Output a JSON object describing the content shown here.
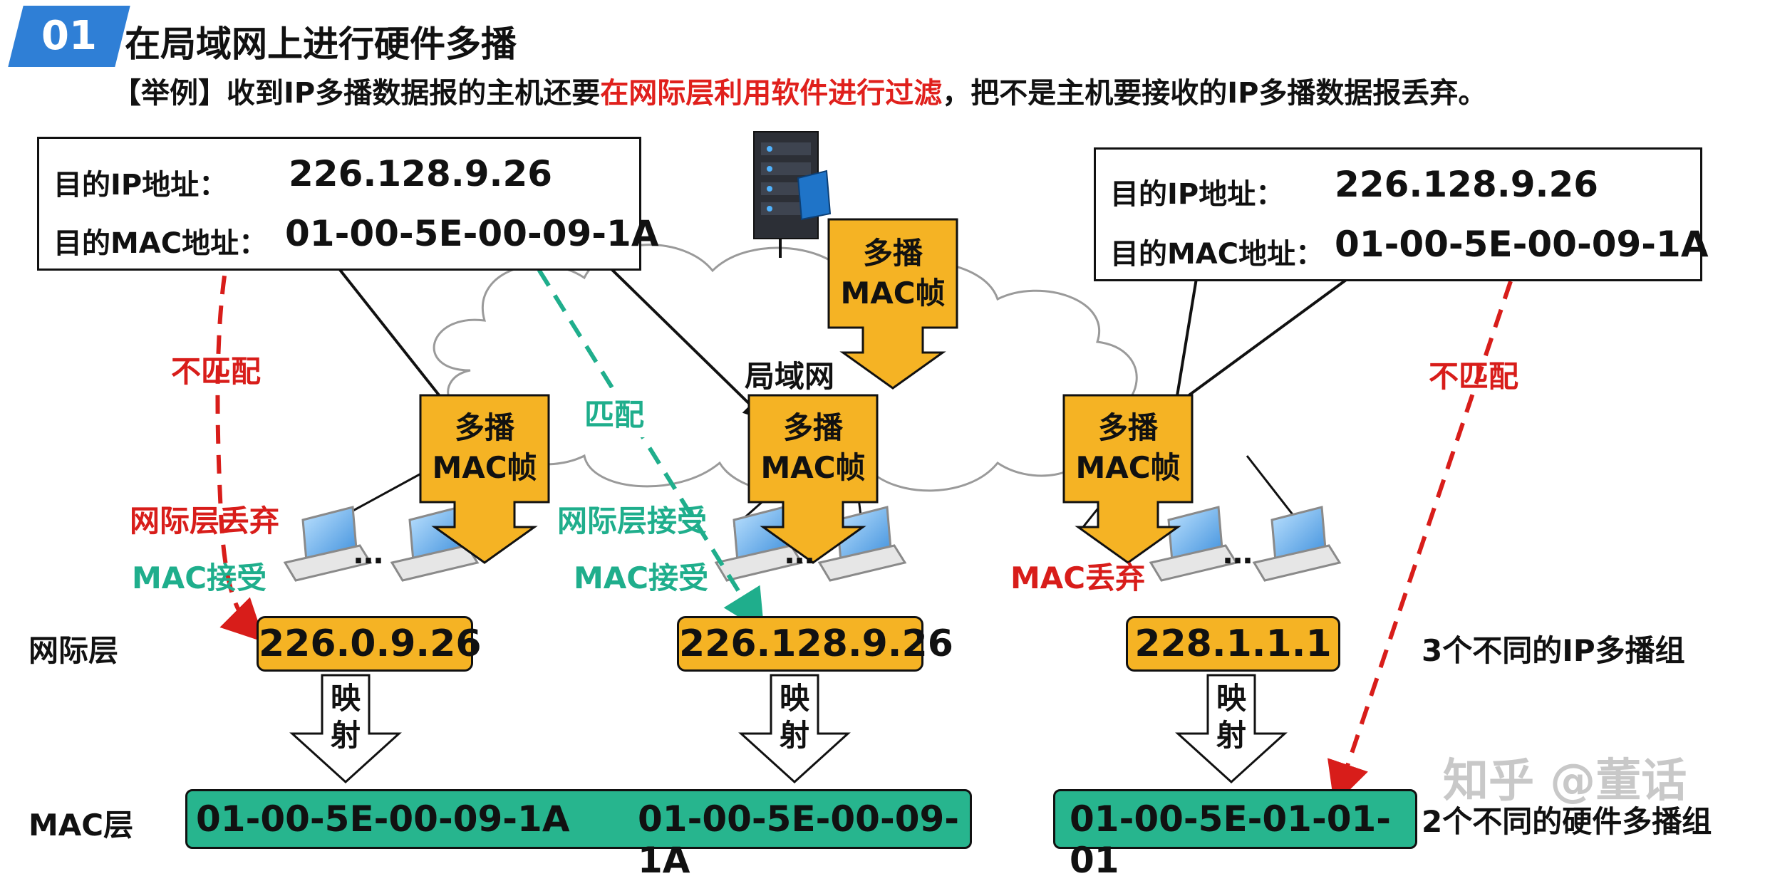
{
  "header": {
    "badge": "01",
    "title": "在局域网上进行硬件多播",
    "example_prefix": "【举例】收到IP多播数据报的主机还要",
    "example_highlight": "在网际层利用软件进行过滤",
    "example_suffix": "，把不是主机要接收的IP多播数据报丢弃。"
  },
  "left_info": {
    "ip_label": "目的IP地址：",
    "ip_value": "226.128.9.26",
    "mac_label": "目的MAC地址：",
    "mac_value": "01-00-5E-00-09-1A"
  },
  "right_info": {
    "ip_label": "目的IP地址：",
    "ip_value": "226.128.9.26",
    "mac_label": "目的MAC地址：",
    "mac_value": "01-00-5E-00-09-1A"
  },
  "frames": {
    "source_line1": "多播",
    "source_line2": "MAC帧",
    "host1_line1": "多播",
    "host1_line2": "MAC帧",
    "host2_line1": "多播",
    "host2_line2": "MAC帧",
    "host3_line1": "多播",
    "host3_line2": "MAC帧"
  },
  "lan_label": "局域网",
  "ellipsis": "…",
  "annotations": {
    "mismatch_left": "不匹配",
    "match": "匹配",
    "mismatch_right": "不匹配",
    "ip_drop": "网际层丢弃",
    "mac_accept_1": "MAC接受",
    "ip_accept": "网际层接受",
    "mac_accept_2": "MAC接受",
    "mac_drop": "MAC丢弃"
  },
  "rows": {
    "ip_layer": "网际层",
    "mac_layer": "MAC层"
  },
  "ip_groups": [
    "226.0.9.26",
    "226.128.9.26",
    "228.1.1.1"
  ],
  "ip_groups_note": "3个不同的IP多播组",
  "mapping_label_top": "映",
  "mapping_label_bottom": "射",
  "mac_groups": [
    "01-00-5E-00-09-1A",
    "01-00-5E-00-09-1A",
    "01-00-5E-01-01-01"
  ],
  "mac_groups_note": "2个不同的硬件多播组",
  "watermark": "知乎 @董话",
  "colors": {
    "badge": "#2f7fd6",
    "frame": "#f5b324",
    "mac_group": "#27b58e",
    "red": "#d81d1a",
    "teal": "#1fae8c"
  }
}
